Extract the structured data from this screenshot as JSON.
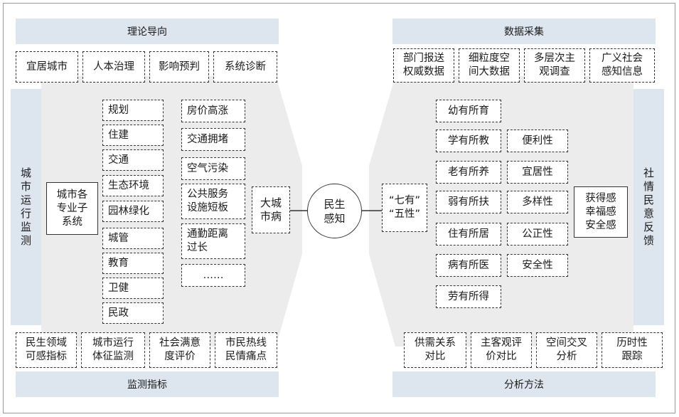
{
  "colors": {
    "band": "#dde5ef",
    "funnel": "#ececec",
    "border": "#333333"
  },
  "top_left_header": "理论导向",
  "theory_items": [
    "宜居城市",
    "人本治理",
    "影响预判",
    "系统诊断"
  ],
  "left_side_label": "城市运行监测",
  "subsystem_box": "城市各\n专业子\n系统",
  "domains": [
    "规划",
    "住建",
    "交通",
    "生态环境",
    "园林绿化",
    "城管",
    "教育",
    "卫健",
    "民政"
  ],
  "problems": [
    "房价高涨",
    "交通拥堵",
    "空气污染",
    "公共服务\n设施短板",
    "通勤距离\n过长",
    "……"
  ],
  "urban_disease": "大城\n市病",
  "center": "民生\n感知",
  "seven_five": "“七有”\n“五性”",
  "seven_haves": [
    "幼有所育",
    "学有所教",
    "老有所养",
    "弱有所扶",
    "住有所居",
    "病有所医",
    "劳有所得"
  ],
  "five_natures": [
    "便利性",
    "宜居性",
    "多样性",
    "公正性",
    "安全性"
  ],
  "feelings": "获得感\n幸福感\n安全感",
  "right_side_label": "社情民意反馈",
  "top_right_header": "数据采集",
  "data_items": [
    "部门报送\n权威数据",
    "细粒度空\n间大数据",
    "多层次主\n观调查",
    "广义社会\n感知信息"
  ],
  "indicator_items": [
    "民生领域\n可感指标",
    "城市运行\n体征监测",
    "社会满意\n度评价",
    "市民热线\n民情痛点"
  ],
  "bottom_left_header": "监测指标",
  "method_items": [
    "供需关系\n对比",
    "主客观评\n价对比",
    "空间交叉\n分析",
    "历时性\n跟踪"
  ],
  "bottom_right_header": "分析方法"
}
